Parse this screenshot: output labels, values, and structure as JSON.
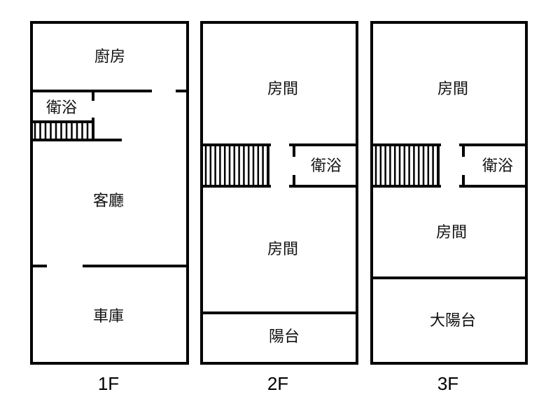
{
  "floors": {
    "f1": {
      "label": "1F",
      "rooms": {
        "kitchen": "廚房",
        "bath": "衛浴",
        "living": "客廳",
        "garage": "車庫"
      }
    },
    "f2": {
      "label": "2F",
      "rooms": {
        "room_top": "房間",
        "bath": "衛浴",
        "room_bottom": "房間",
        "balcony": "陽台"
      }
    },
    "f3": {
      "label": "3F",
      "rooms": {
        "room_top": "房間",
        "bath": "衛浴",
        "room_bottom": "房間",
        "balcony": "大陽台"
      }
    }
  }
}
